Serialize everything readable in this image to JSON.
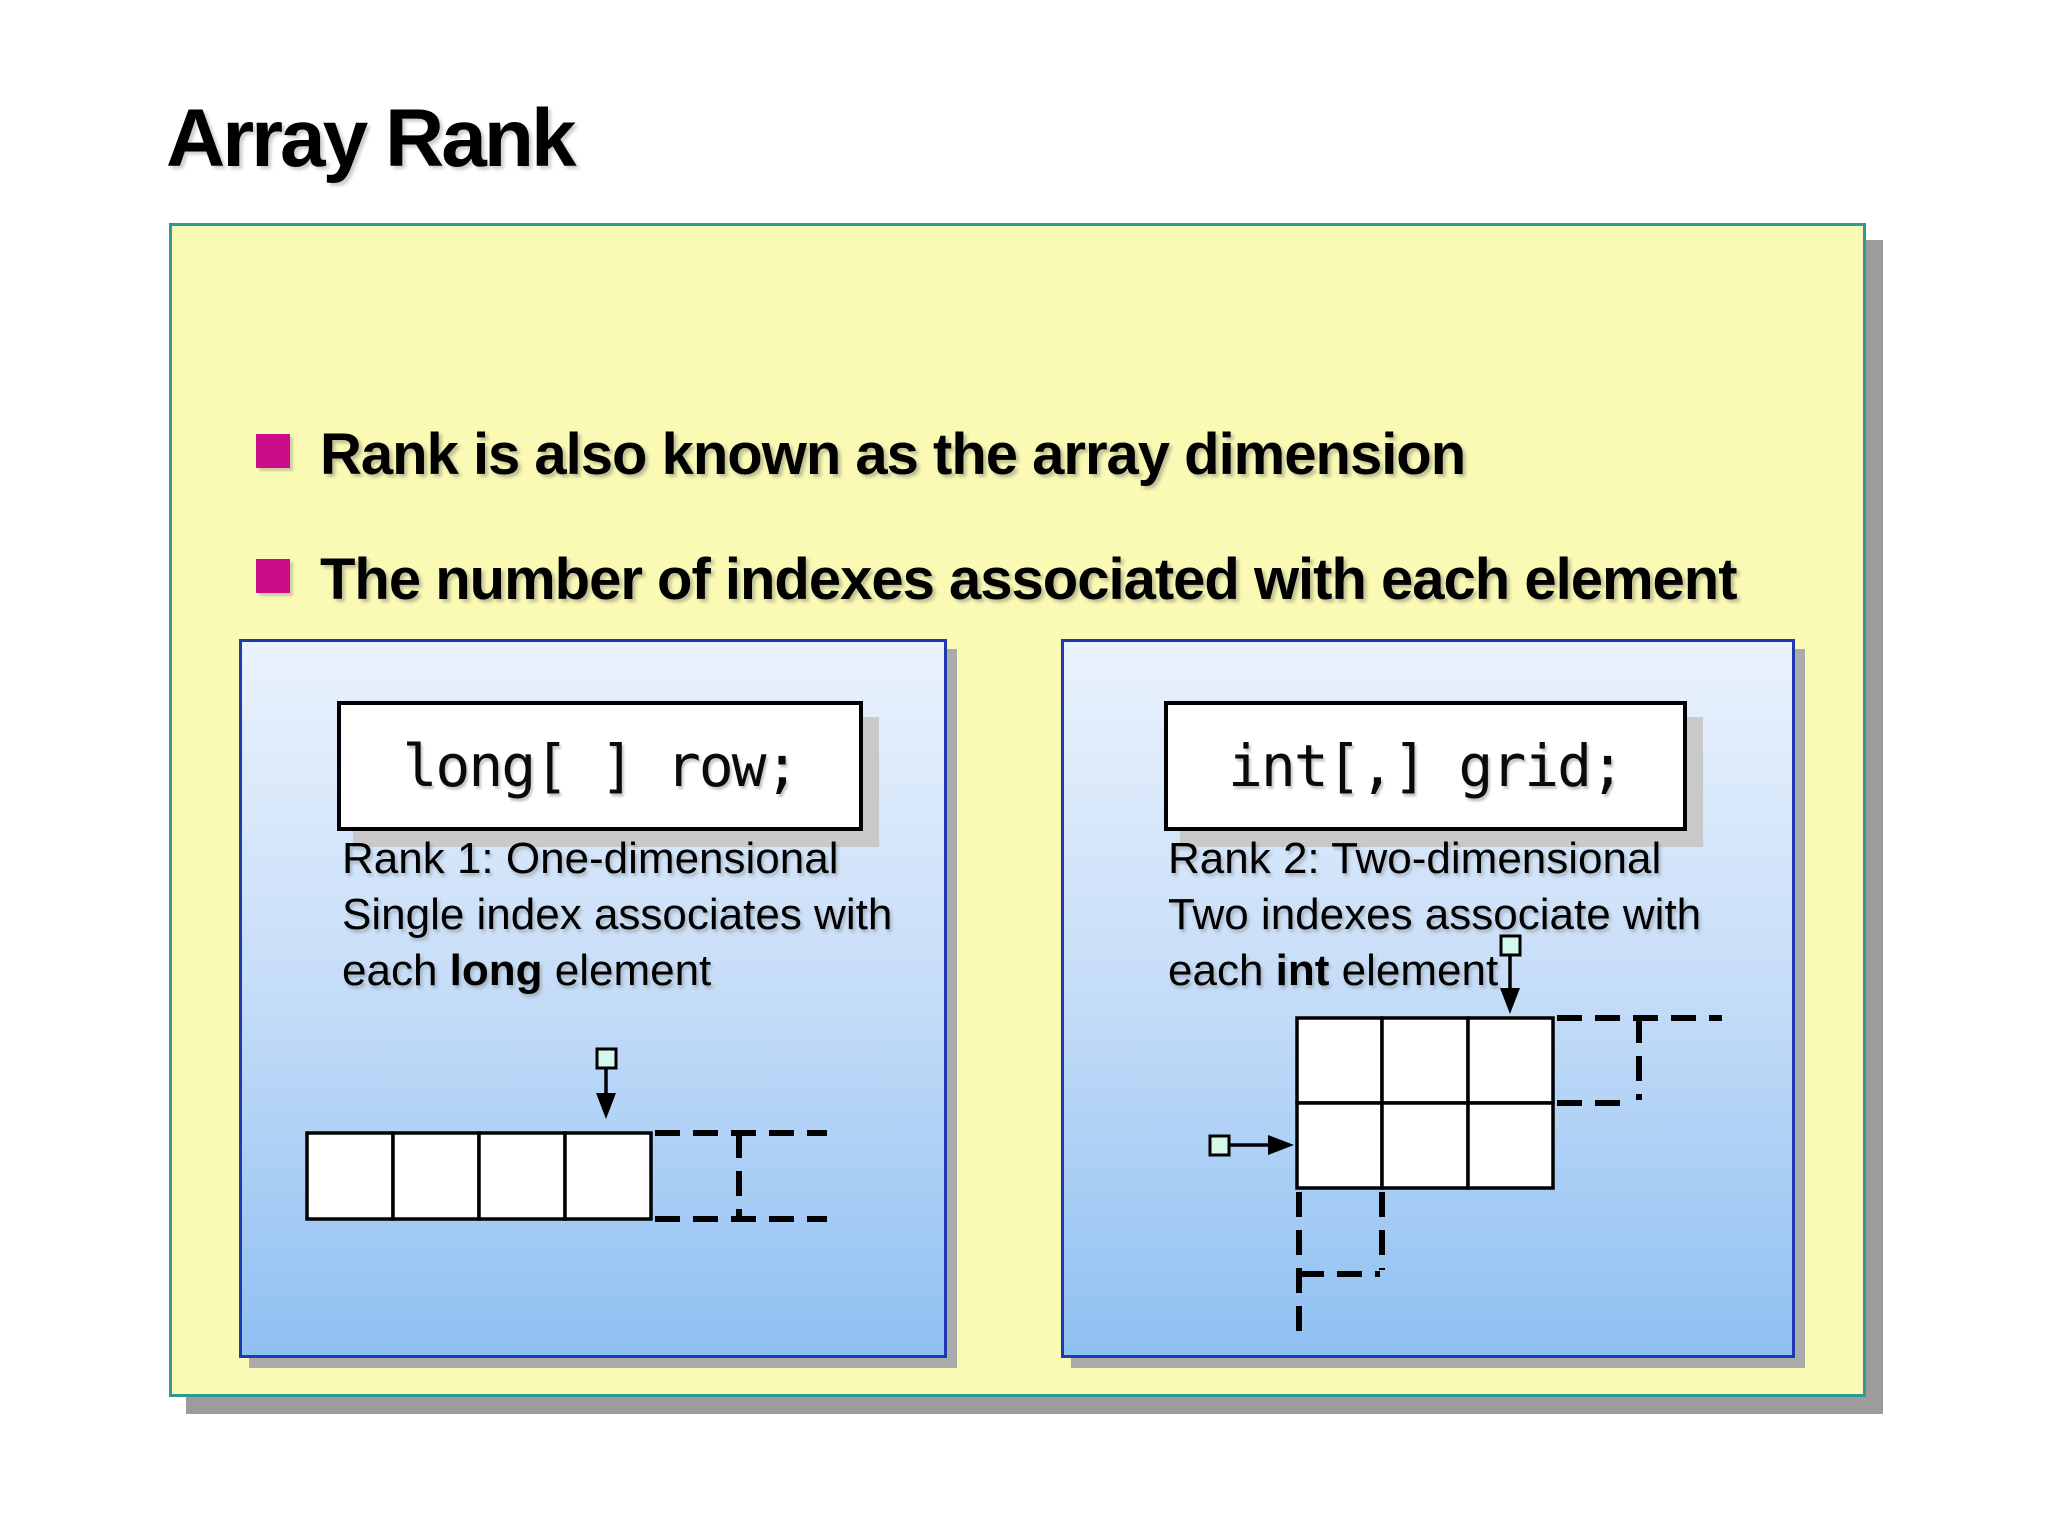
{
  "title": "Array Rank",
  "bullets": [
    "Rank is also known as the array dimension",
    "The number of indexes associated with each element"
  ],
  "panels": [
    {
      "code": "long[ ] row;",
      "caption_line1": "Rank 1: One-dimensional",
      "caption_line2": "Single index associates with",
      "caption_line3_prefix": "each ",
      "caption_keyword": "long",
      "caption_line3_suffix": " element",
      "diagram": {
        "type": "1d-array",
        "solid_cells": 4,
        "dashed_continuation_cells": 2,
        "pointer": "single index pointer above fourth cell"
      }
    },
    {
      "code": "int[,] grid;",
      "caption_line1": "Rank 2: Two-dimensional",
      "caption_line2": "Two indexes associate with",
      "caption_line3_prefix": "each ",
      "caption_keyword": "int",
      "caption_line3_suffix": " element",
      "diagram": {
        "type": "2d-array",
        "solid_cols": 3,
        "solid_rows": 2,
        "dashed_continuation": "one dashed column right of top row, one dashed row below first column",
        "pointers": "column index pointer above third column, row index pointer left of second row"
      }
    }
  ],
  "colors": {
    "slide_background": "#FFFFFF",
    "content_box_fill": "#FAFAB5",
    "content_box_border": "#2E9A92",
    "bullet_square": "#CB0D8C",
    "panel_border": "#2138B2",
    "panel_gradient_top": "#EAF2FD",
    "panel_gradient_bottom": "#8FC0F2",
    "pointer_square_fill": "#D4F8EC",
    "code_box_fill": "#FFFFFF",
    "shadow_gray": "#9C9C9C",
    "text": "#000000"
  }
}
